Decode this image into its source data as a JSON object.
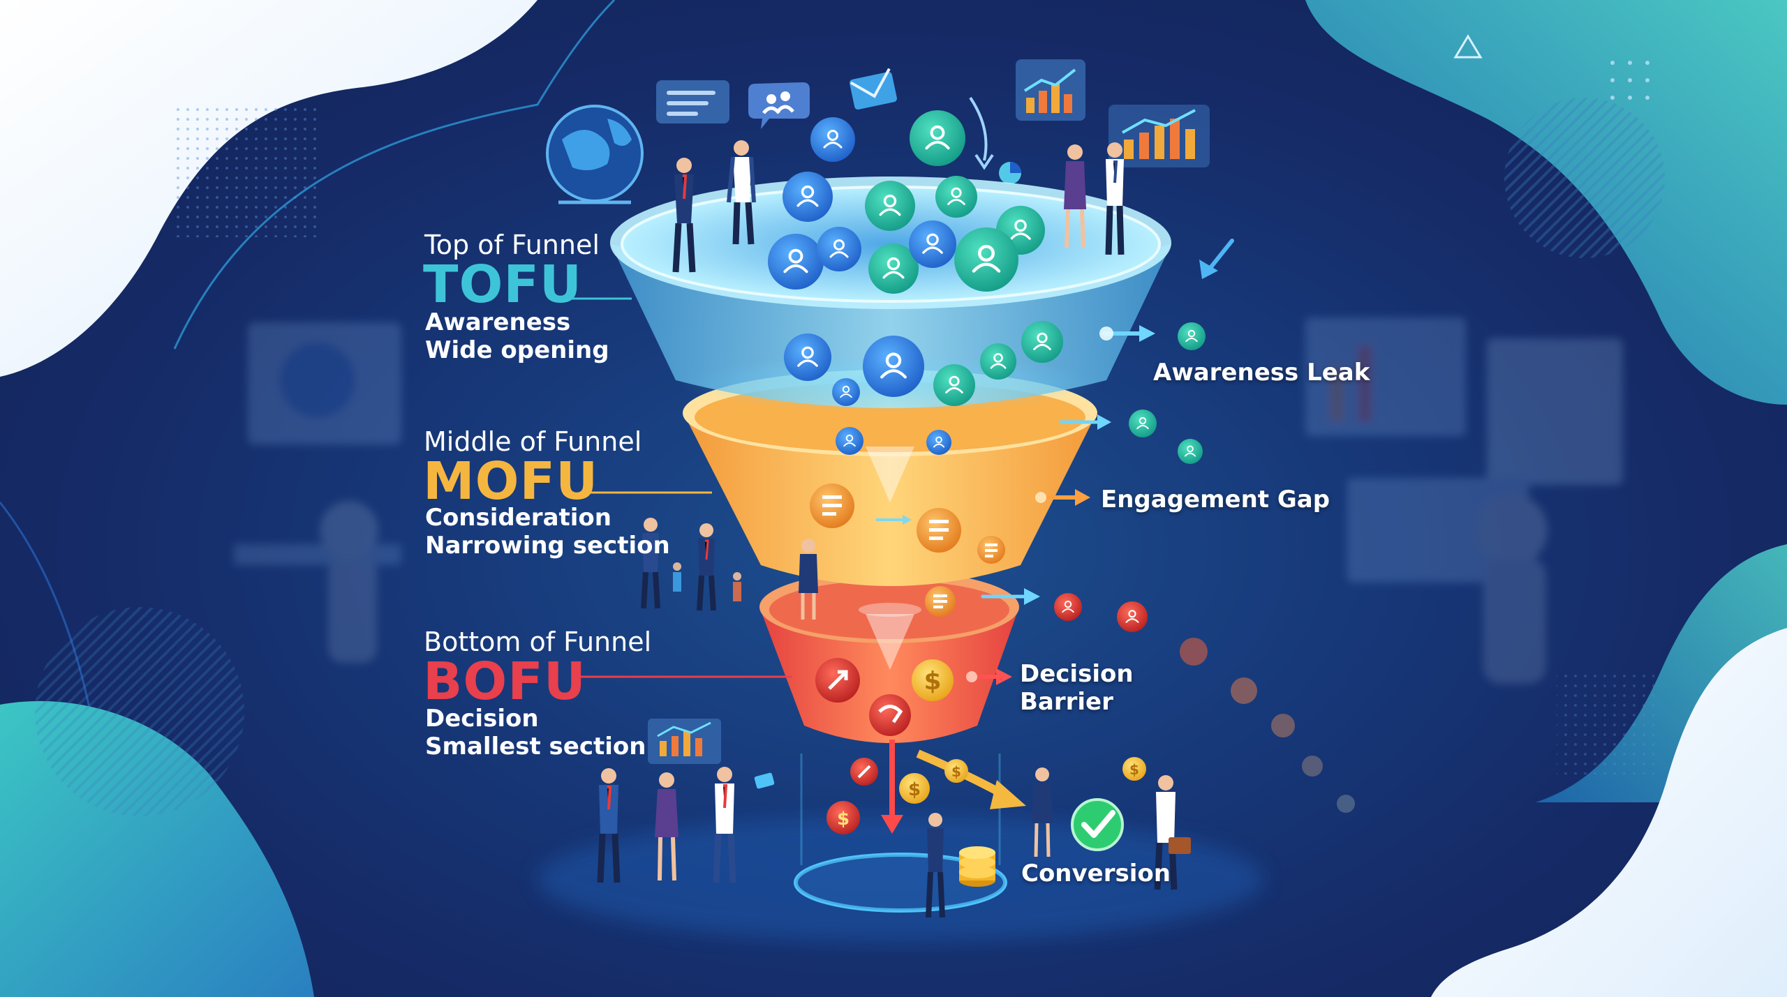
{
  "stages": [
    {
      "sub": "Top of Funnel",
      "code": "TOFU",
      "desc1": "Awareness",
      "desc2": "Wide opening",
      "color": "#3ec4d8"
    },
    {
      "sub": "Middle of Funnel",
      "code": "MOFU",
      "desc1": "Consideration",
      "desc2": "Narrowing section",
      "color": "#f5b640"
    },
    {
      "sub": "Bottom of Funnel",
      "code": "BOFU",
      "desc1": "Decision",
      "desc2": "Smallest section",
      "color": "#e8404c"
    }
  ],
  "leaks": {
    "awareness": "Awareness Leak",
    "engagement": "Engagement Gap",
    "decision_line1": "Decision",
    "decision_line2": "Barrier",
    "conversion": "Conversion"
  },
  "colors": {
    "bg_dark": "#152a66",
    "funnel_top": "#7fd8f0",
    "funnel_middle": "#f6b955",
    "funnel_bottom": "#ee5a4e",
    "leak_arrow": "#4fc3f7",
    "gap_arrow": "#ffa040",
    "barrier_arrow": "#ff5252",
    "conversion_check": "#2ecc71"
  },
  "icons": [
    "user-icon",
    "document-icon",
    "dollar-coin-icon",
    "check-icon",
    "arrow-icon",
    "globe-icon",
    "chart-icon",
    "envelope-icon",
    "chat-icon"
  ]
}
